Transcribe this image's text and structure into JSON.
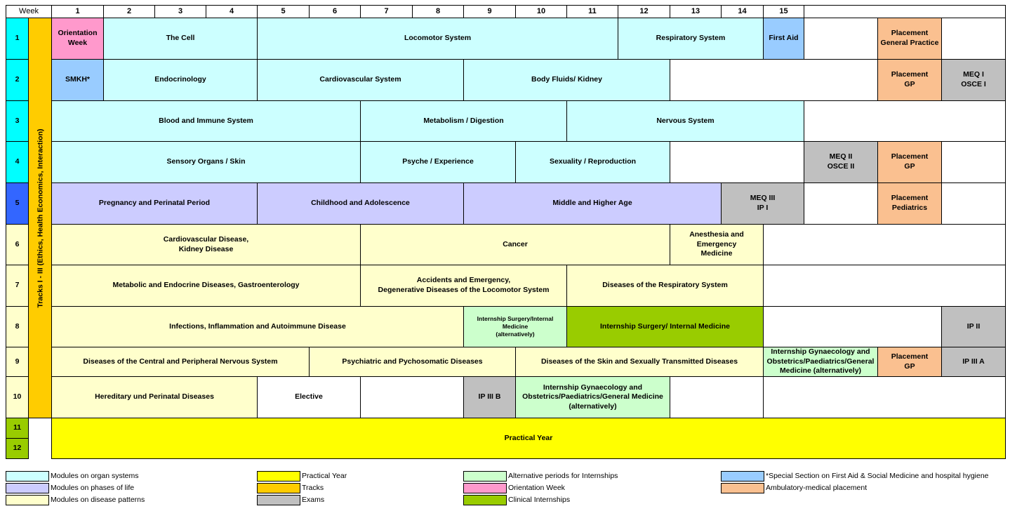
{
  "colors": {
    "organ": "#ccffff",
    "life": "#ccccff",
    "disease": "#ffffcc",
    "practical": "#ffff00",
    "track": "#ffcc00",
    "exam": "#c0c0c0",
    "alt": "#ccffcc",
    "orient": "#ff99cc",
    "clinical": "#99cc00",
    "special": "#99ccff",
    "placement": "#fac090",
    "sem_light": "#00ffff",
    "sem_dark": "#3366ff",
    "sem_disease": "#ffffcc",
    "sem_practical": "#99cc00",
    "white": "#ffffff"
  },
  "header": {
    "week_label": "Week",
    "weeks": [
      "1",
      "2",
      "3",
      "4",
      "5",
      "6",
      "7",
      "8",
      "9",
      "10",
      "11",
      "12",
      "13",
      "14",
      "15"
    ]
  },
  "track_label": "Tracks I - III (Ethics, Health Economics, Interaction)",
  "semesters": [
    {
      "label": "1",
      "color": "sem_light"
    },
    {
      "label": "2",
      "color": "sem_light"
    },
    {
      "label": "3",
      "color": "sem_light"
    },
    {
      "label": "4",
      "color": "sem_light"
    },
    {
      "label": "5",
      "color": "sem_dark"
    },
    {
      "label": "6",
      "color": "sem_disease"
    },
    {
      "label": "7",
      "color": "sem_disease"
    },
    {
      "label": "8",
      "color": "sem_disease"
    },
    {
      "label": "9",
      "color": "sem_disease"
    },
    {
      "label": "10",
      "color": "sem_disease"
    },
    {
      "label": "11",
      "color": "sem_practical"
    },
    {
      "label": "12",
      "color": "sem_practical"
    }
  ],
  "rows": [
    [
      {
        "label": "Orientation\nWeek",
        "start": 1,
        "end": 2,
        "color": "orient"
      },
      {
        "label": "The Cell",
        "start": 2,
        "end": 5,
        "color": "organ"
      },
      {
        "label": "Locomotor System",
        "start": 5,
        "end": 12,
        "color": "organ"
      },
      {
        "label": "Respiratory System",
        "start": 12,
        "end": 15,
        "color": "organ"
      },
      {
        "label": "First Aid",
        "start": 15,
        "end": 16,
        "color": "special"
      },
      {
        "label": "",
        "start": 16,
        "end": 17,
        "color": "white"
      },
      {
        "label": "Placement\nGeneral Practice",
        "start": 17,
        "end": 18,
        "color": "placement"
      },
      {
        "label": "",
        "start": 18,
        "end": 19,
        "color": "white"
      }
    ],
    [
      {
        "label": "SMKH*",
        "start": 1,
        "end": 2,
        "color": "special"
      },
      {
        "label": "Endocrinology",
        "start": 2,
        "end": 5,
        "color": "organ"
      },
      {
        "label": "Cardiovascular System",
        "start": 5,
        "end": 9,
        "color": "organ"
      },
      {
        "label": "Body Fluids/ Kidney",
        "start": 9,
        "end": 13,
        "color": "organ"
      },
      {
        "label": "",
        "start": 13,
        "end": 17,
        "color": "white"
      },
      {
        "label": "Placement\nGP",
        "start": 17,
        "end": 18,
        "color": "placement"
      },
      {
        "label": "MEQ I\nOSCE I",
        "start": 18,
        "end": 19,
        "color": "exam"
      }
    ],
    [
      {
        "label": "Blood and Immune System",
        "start": 1,
        "end": 7,
        "color": "organ"
      },
      {
        "label": "Metabolism / Digestion",
        "start": 7,
        "end": 11,
        "color": "organ"
      },
      {
        "label": "Nervous System",
        "start": 11,
        "end": 16,
        "color": "organ"
      },
      {
        "label": "",
        "start": 16,
        "end": 19,
        "color": "white"
      }
    ],
    [
      {
        "label": "Sensory Organs / Skin",
        "start": 1,
        "end": 7,
        "color": "organ"
      },
      {
        "label": "Psyche / Experience",
        "start": 7,
        "end": 10,
        "color": "organ"
      },
      {
        "label": "Sexuality / Reproduction",
        "start": 10,
        "end": 13,
        "color": "organ"
      },
      {
        "label": "",
        "start": 13,
        "end": 16,
        "color": "white"
      },
      {
        "label": "MEQ II\nOSCE II",
        "start": 16,
        "end": 17,
        "color": "exam"
      },
      {
        "label": "Placement\nGP",
        "start": 17,
        "end": 18,
        "color": "placement"
      },
      {
        "label": "",
        "start": 18,
        "end": 19,
        "color": "white"
      }
    ],
    [
      {
        "label": "Pregnancy and Perinatal Period",
        "start": 1,
        "end": 5,
        "color": "life"
      },
      {
        "label": "Childhood and Adolescence",
        "start": 5,
        "end": 9,
        "color": "life"
      },
      {
        "label": "Middle and Higher Age",
        "start": 9,
        "end": 14,
        "color": "life"
      },
      {
        "label": "MEQ III\nIP I",
        "start": 14,
        "end": 16,
        "color": "exam"
      },
      {
        "label": "",
        "start": 16,
        "end": 17,
        "color": "white"
      },
      {
        "label": "Placement\nPediatrics",
        "start": 17,
        "end": 18,
        "color": "placement"
      },
      {
        "label": "",
        "start": 18,
        "end": 19,
        "color": "white"
      }
    ],
    [
      {
        "label": "Cardiovascular Disease,\nKidney Disease",
        "start": 1,
        "end": 7,
        "color": "disease"
      },
      {
        "label": "Cancer",
        "start": 7,
        "end": 13,
        "color": "disease"
      },
      {
        "label": "Anesthesia and Emergency\nMedicine",
        "start": 13,
        "end": 15,
        "color": "disease"
      },
      {
        "label": "",
        "start": 15,
        "end": 19,
        "color": "white"
      }
    ],
    [
      {
        "label": "Metabolic and Endocrine Diseases, Gastroenterology",
        "start": 1,
        "end": 7,
        "color": "disease"
      },
      {
        "label": "Accidents and Emergency,\nDegenerative Diseases of the Locomotor System",
        "start": 7,
        "end": 11,
        "color": "disease"
      },
      {
        "label": "Diseases of the Respiratory System",
        "start": 11,
        "end": 15,
        "color": "disease"
      },
      {
        "label": "",
        "start": 15,
        "end": 19,
        "color": "white"
      }
    ],
    [
      {
        "label": "Infections, Inflammation and Autoimmune Disease",
        "start": 1,
        "end": 9,
        "color": "disease"
      },
      {
        "label": "Internship Surgery/Internal Medicine\n(alternatively)",
        "start": 9,
        "end": 11,
        "color": "alt",
        "small": true
      },
      {
        "label": "Internship Surgery/ Internal Medicine",
        "start": 11,
        "end": 15,
        "color": "clinical"
      },
      {
        "label": "",
        "start": 15,
        "end": 18,
        "color": "white"
      },
      {
        "label": "IP II",
        "start": 18,
        "end": 19,
        "color": "exam"
      }
    ],
    [
      {
        "label": "Diseases of the Central and Peripheral Nervous System",
        "start": 1,
        "end": 6,
        "color": "disease"
      },
      {
        "label": "Psychiatric and Pychosomatic Diseases",
        "start": 6,
        "end": 10,
        "color": "disease"
      },
      {
        "label": "Diseases of the Skin and Sexually Transmitted Diseases",
        "start": 10,
        "end": 15,
        "color": "disease"
      },
      {
        "label": "Internship Gynaecology and\nObstetrics/Paediatrics/General\nMedicine (alternatively)",
        "start": 15,
        "end": 17,
        "color": "alt"
      },
      {
        "label": "Placement\nGP",
        "start": 17,
        "end": 18,
        "color": "placement"
      },
      {
        "label": "IP III A",
        "start": 18,
        "end": 19,
        "color": "exam"
      }
    ],
    [
      {
        "label": "Hereditary und Perinatal Diseases",
        "start": 1,
        "end": 5,
        "color": "disease"
      },
      {
        "label": "Elective",
        "start": 5,
        "end": 7,
        "color": "white"
      },
      {
        "label": "",
        "start": 7,
        "end": 9,
        "color": "white"
      },
      {
        "label": "IP III B",
        "start": 9,
        "end": 10,
        "color": "exam"
      },
      {
        "label": "Internship Gynaecology and\nObstetrics/Paediatrics/General Medicine\n(alternatively)",
        "start": 10,
        "end": 13,
        "color": "alt"
      },
      {
        "label": "",
        "start": 13,
        "end": 15,
        "color": "white"
      },
      {
        "label": "",
        "start": 15,
        "end": 19,
        "color": "white"
      }
    ]
  ],
  "practical_year": {
    "label": "Practical Year",
    "color": "practical"
  },
  "legend": [
    {
      "label": "Modules on organ systems",
      "color": "organ"
    },
    {
      "label": "Modules on phases of life",
      "color": "life"
    },
    {
      "label": "Modules on disease patterns",
      "color": "disease"
    },
    {
      "label": "Practical Year",
      "color": "practical"
    },
    {
      "label": "Tracks",
      "color": "track"
    },
    {
      "label": "Exams",
      "color": "exam"
    },
    {
      "label": "Alternative periods for Internships",
      "color": "alt"
    },
    {
      "label": "Orientation Week",
      "color": "orient"
    },
    {
      "label": "Clinical Internships",
      "color": "clinical"
    },
    {
      "label": "*Special Section on First Aid & Social Medicine and hospital hygiene",
      "color": "special"
    },
    {
      "label": "Ambulatory-medical placement",
      "color": "placement"
    }
  ]
}
